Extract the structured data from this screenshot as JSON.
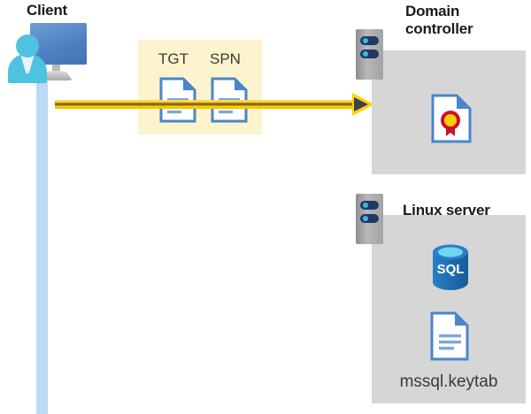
{
  "diagram": {
    "title_client": "Client",
    "title_domain_controller": "Domain\ncontroller",
    "title_domain_controller_line1": "Domain",
    "title_domain_controller_line2": "controller",
    "title_linux_server": "Linux server",
    "message": {
      "tgt_label": "TGT",
      "spn_label": "SPN",
      "band_color": "#fdf3cd",
      "arrow_color": "#ffd300",
      "arrow_head_color": "#3b4252",
      "direction": "client-to-domain-controller"
    },
    "domain_controller": {
      "panel_color": "#d6d6d6",
      "contents": [
        {
          "icon": "certificate-icon",
          "label": ""
        }
      ]
    },
    "linux_server": {
      "panel_color": "#d6d6d6",
      "contents": [
        {
          "icon": "sql-database-icon",
          "label": "SQL"
        },
        {
          "icon": "keytab-document-icon",
          "label": "mssql.keytab"
        }
      ],
      "sql_text": "SQL",
      "keytab_filename": "mssql.keytab"
    },
    "client": {
      "icon": "client-user-monitor-icon",
      "lifeline_color": "#bcd9f5"
    },
    "colors": {
      "accent_blue": "#4f81c2",
      "person_cyan": "#4ec3e0",
      "server_gray": "#a3a3a5",
      "panel_gray": "#d6d6d6",
      "highlight_yellow": "#fdf3cd",
      "arrow_yellow": "#ffd300",
      "seal_red": "#c8102e",
      "seal_gold": "#ffcc00",
      "sql_blue": "#1f6fb5"
    }
  }
}
